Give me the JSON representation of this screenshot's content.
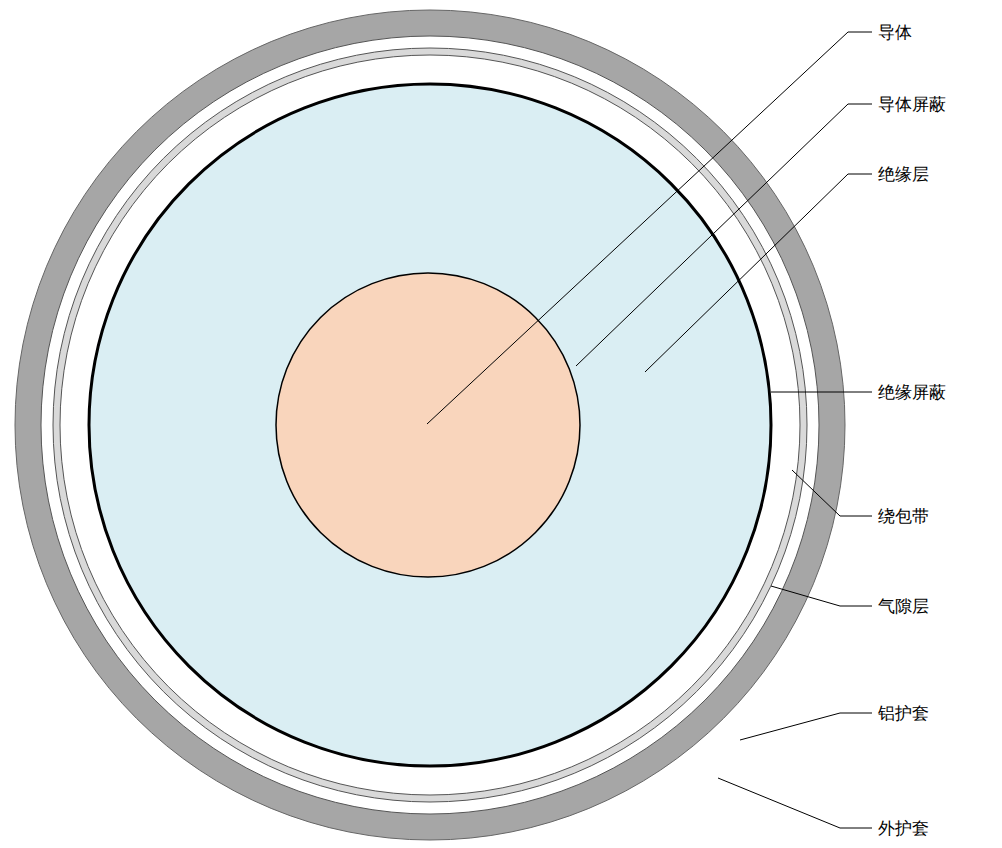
{
  "diagram": {
    "labels": [
      "导体",
      "导体屏蔽",
      "绝缘层",
      "绝缘屏蔽",
      "绕包带",
      "气隙层",
      "铝护套",
      "外护套"
    ]
  }
}
